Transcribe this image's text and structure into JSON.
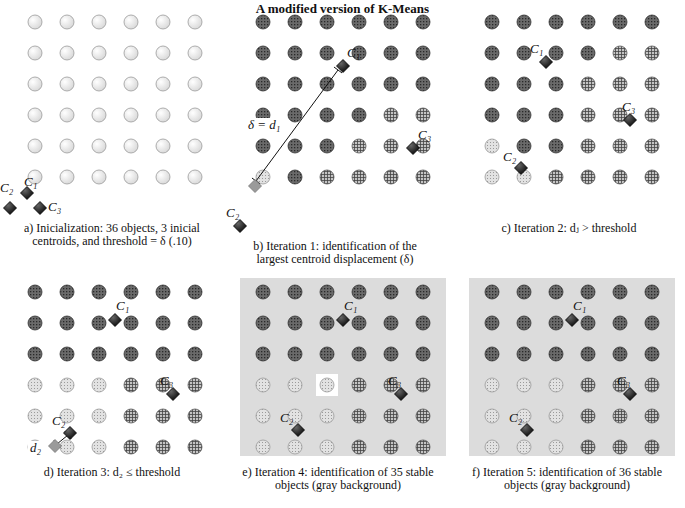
{
  "diagram": {
    "title": "A modified version of K-Means",
    "labels": [
      "C₂",
      "C₁",
      "C₃",
      "a) Inicialization: 36 objects, 3 inicial centroids, and threshold = δ (.10)",
      "δ = d₁",
      "C₁",
      "C₃",
      "C₂",
      "b) Iteration 1: identification of the largest centroid displacement (δ)",
      "C₁",
      "C₃",
      "C₂",
      "c) Iteration 2: dⱼ > threshold",
      "C₁",
      "C₂",
      "d₂",
      "C₃",
      "d) Iteration 3: d₂ ≤ threshold",
      "C₁",
      "C₂",
      "C₃",
      "e) Iteration 4: identification of 35 stable objects (gray background)",
      "C₁",
      "C₂",
      "C₃",
      "f) Iteration 5: identification of 36 stable objects (gray background)"
    ]
  }
}
